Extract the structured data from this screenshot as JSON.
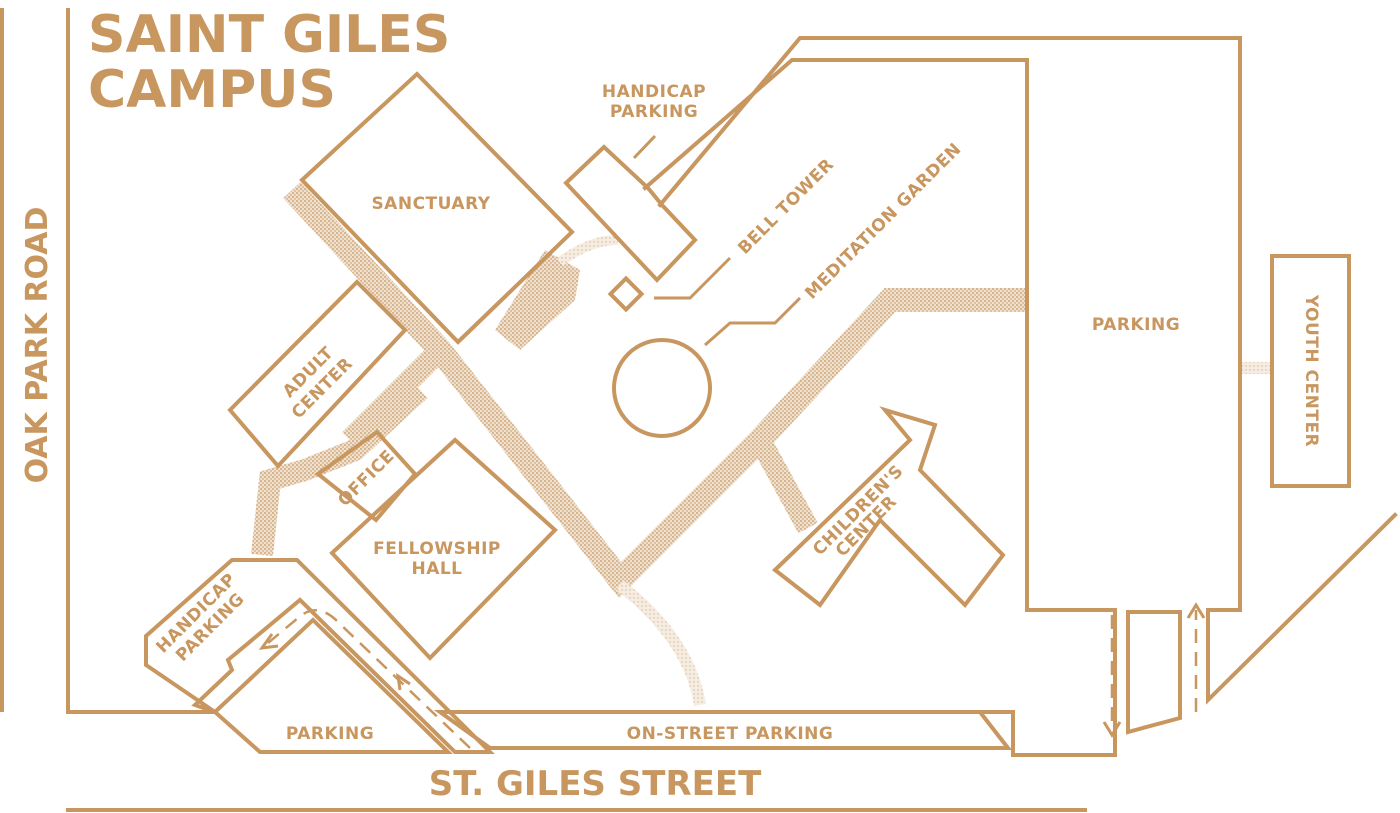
{
  "map": {
    "title_line1": "SAINT GILES",
    "title_line2": "CAMPUS",
    "accent_color": "#c8965f",
    "labels": {
      "sanctuary": "SANCTUARY",
      "handicap_parking_top_1": "HANDICAP",
      "handicap_parking_top_2": "PARKING",
      "bell_tower": "BELL TOWER",
      "meditation_garden": "MEDITATION GARDEN",
      "adult_center_1": "ADULT",
      "adult_center_2": "CENTER",
      "office": "OFFICE",
      "fellowship_hall_1": "FELLOWSHIP",
      "fellowship_hall_2": "HALL",
      "childrens_center_1": "CHILDREN'S",
      "childrens_center_2": "CENTER",
      "parking_east": "PARKING",
      "youth_center": "YOUTH CENTER",
      "handicap_parking_left_1": "HANDICAP",
      "handicap_parking_left_2": "PARKING",
      "parking_south": "PARKING",
      "on_street_parking": "ON-STREET PARKING"
    },
    "streets": {
      "west": "OAK PARK ROAD",
      "south": "ST. GILES STREET"
    }
  }
}
